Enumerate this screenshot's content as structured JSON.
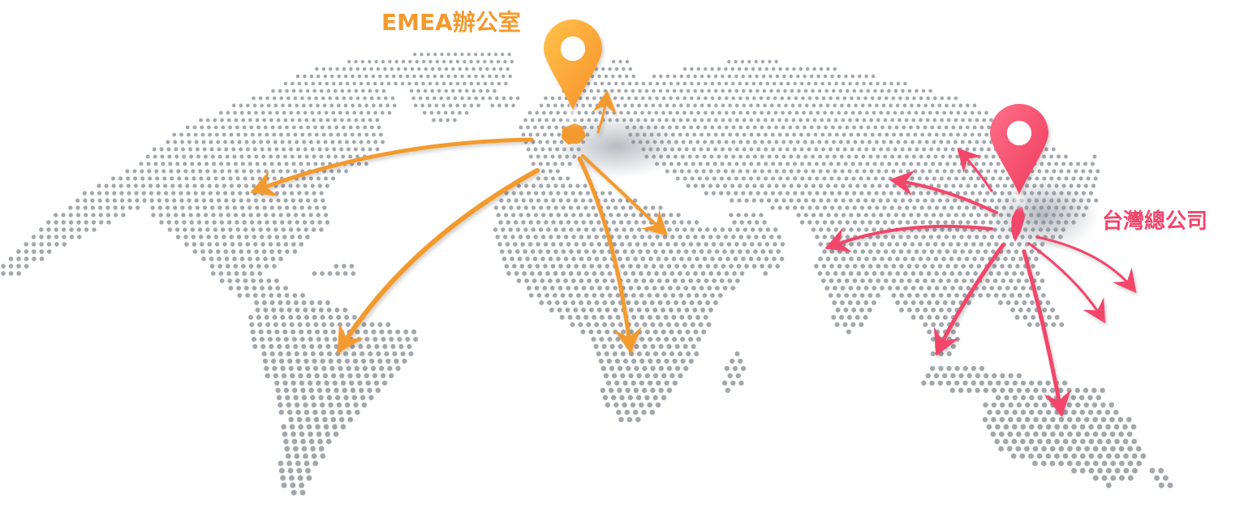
{
  "offices": {
    "emea": {
      "label": "EMEA辦公室",
      "color": "#f39a2e",
      "pin_gradient": [
        "#ffc24a",
        "#f7902a"
      ],
      "icon": "map-pin-icon"
    },
    "hq": {
      "label": "台灣總公司",
      "color": "#f2466b",
      "pin_gradient": [
        "#ff6f87",
        "#ee3b5e"
      ],
      "icon": "map-pin-icon"
    }
  },
  "map": {
    "dot_color": "#a3a8ae",
    "style": "dotted-world-map"
  }
}
